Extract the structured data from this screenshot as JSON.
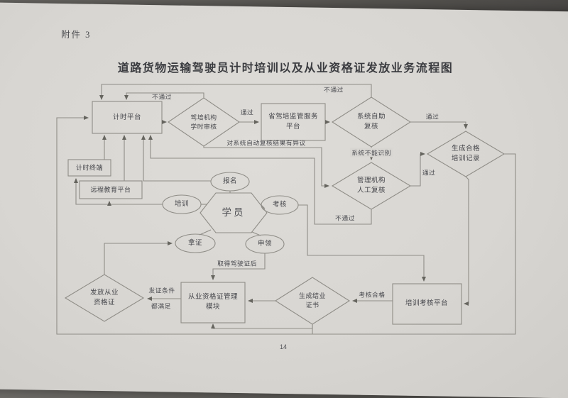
{
  "page": {
    "attachment_label": "附件 3",
    "title": "道路货物运输驾驶员计时培训以及从业资格证发放业务流程图",
    "page_number": "14"
  },
  "colors": {
    "paper": "#d8d6d2",
    "surround": "#55534f",
    "line": "#8f8d87",
    "ink": "#44454a"
  },
  "nodes": {
    "timing_platform": {
      "label": "计时平台"
    },
    "training_org_audit": {
      "line1": "驾培机构",
      "line2": "学时审核"
    },
    "province_platform": {
      "line1": "省驾培监管服务",
      "line2": "平台"
    },
    "system_self_review": {
      "line1": "系统自助",
      "line2": "复核"
    },
    "qualified_record": {
      "line1": "生成合格",
      "line2": "培训记录"
    },
    "manual_review": {
      "line1": "管理机构",
      "line2": "人工复核"
    },
    "timing_terminal": {
      "label": "计时终端"
    },
    "remote_education": {
      "label": "远程教育平台"
    },
    "register": {
      "label": "报名"
    },
    "training": {
      "label": "培训"
    },
    "student": {
      "label": "学员"
    },
    "assessment": {
      "label": "考核"
    },
    "get_license": {
      "label": "拿证"
    },
    "apply": {
      "label": "申领"
    },
    "cert_module": {
      "line1": "从业资格证管理",
      "line2": "模块"
    },
    "completion_cert": {
      "line1": "生成结业",
      "line2": "证书"
    },
    "training_assess_platform": {
      "label": "培训考核平台"
    },
    "issue_cert": {
      "line1": "发放从业",
      "line2": "资格证"
    }
  },
  "edge_labels": {
    "fail_top_outer": "不通过",
    "fail_top_inner": "不通过",
    "pass_audit": "通过",
    "pass_self_review": "通过",
    "system_cannot_identify": "系统不能识别",
    "pass_manual": "通过",
    "fail_manual": "不通过",
    "objection": "对系统自动复核结果有异议",
    "after_license": "取得驾驶证后",
    "assess_pass": "考核合格",
    "issue_cond_line1": "发证条件",
    "issue_cond_line2": "都满足"
  }
}
